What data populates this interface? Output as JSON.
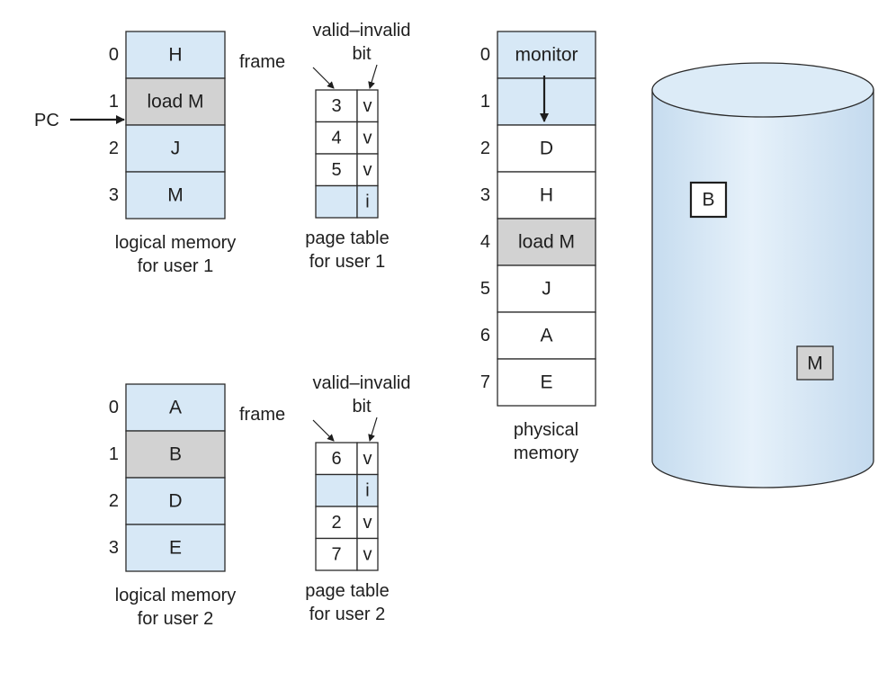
{
  "colors": {
    "valid_fill": "#d7e8f6",
    "shaded_fill": "#d2d2d2",
    "plain_fill": "#ffffff",
    "disk_fill": "#d3e6f5",
    "stroke": "#2b2b2b"
  },
  "user1": {
    "logical_memory": {
      "indices": [
        "0",
        "1",
        "2",
        "3"
      ],
      "cells": [
        "H",
        "load M",
        "J",
        "M"
      ],
      "states": [
        "valid",
        "shaded",
        "valid",
        "valid"
      ],
      "caption": [
        "logical memory",
        "for user 1"
      ]
    },
    "pc_label": "PC",
    "page_table": {
      "header_frame": "frame",
      "header_bit": [
        "valid–invalid",
        "bit"
      ],
      "frames": [
        "3",
        "4",
        "5",
        ""
      ],
      "bits": [
        "v",
        "v",
        "v",
        "i"
      ],
      "caption": [
        "page table",
        "for user 1"
      ]
    }
  },
  "user2": {
    "logical_memory": {
      "indices": [
        "0",
        "1",
        "2",
        "3"
      ],
      "cells": [
        "A",
        "B",
        "D",
        "E"
      ],
      "states": [
        "valid",
        "shaded",
        "valid",
        "valid"
      ],
      "caption": [
        "logical memory",
        "for user 2"
      ]
    },
    "page_table": {
      "header_frame": "frame",
      "header_bit": [
        "valid–invalid",
        "bit"
      ],
      "frames": [
        "6",
        "",
        "2",
        "7"
      ],
      "bits": [
        "v",
        "i",
        "v",
        "v"
      ],
      "caption": [
        "page table",
        "for user 2"
      ]
    }
  },
  "physical_memory": {
    "indices": [
      "0",
      "1",
      "2",
      "3",
      "4",
      "5",
      "6",
      "7"
    ],
    "cells": [
      "monitor",
      "",
      "D",
      "H",
      "load M",
      "J",
      "A",
      "E"
    ],
    "states": [
      "valid",
      "valid",
      "plain",
      "plain",
      "shaded",
      "plain",
      "plain",
      "plain"
    ],
    "caption": [
      "physical",
      "memory"
    ]
  },
  "disk": {
    "pages": [
      {
        "label": "B",
        "style": "outlined"
      },
      {
        "label": "M",
        "style": "shaded"
      }
    ]
  }
}
